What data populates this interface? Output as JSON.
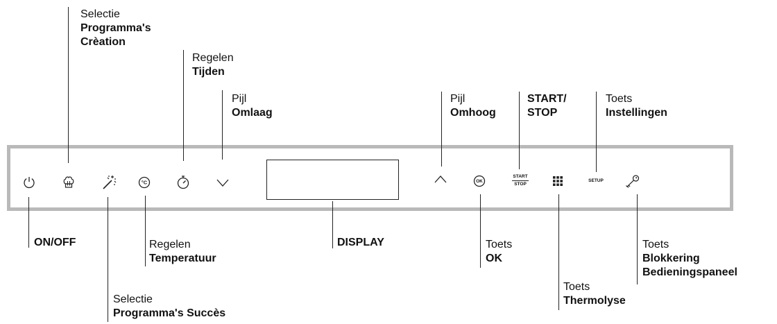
{
  "buttons": {
    "start_stop_top": "START",
    "start_stop_bottom": "STOP",
    "setup": "SETUP",
    "ok": "OK"
  },
  "callouts": {
    "selectie_creation": {
      "line1": "Selectie",
      "line2": "Programma's",
      "line3": "Crèation"
    },
    "tijden": {
      "line1": "Regelen",
      "line2": "Tijden"
    },
    "omlaag": {
      "line1": "Pijl",
      "line2": "Omlaag"
    },
    "omhoog": {
      "line1": "Pijl",
      "line2": "Omhoog"
    },
    "startstop": {
      "line1": "START/",
      "line2": "STOP"
    },
    "instellingen": {
      "line1": "Toets",
      "line2": "Instellingen"
    },
    "onoff": {
      "line1": "ON/OFF"
    },
    "temperatuur": {
      "line1": "Regelen",
      "line2": "Temperatuur"
    },
    "succes": {
      "line1": "Selectie",
      "line2": "Programma's Succès"
    },
    "display": {
      "line1": "DISPLAY"
    },
    "ok": {
      "line1": "Toets",
      "line2": "OK"
    },
    "thermolyse": {
      "line1": "Toets",
      "line2": "Thermolyse"
    },
    "blokkering": {
      "line1": "Toets",
      "line2": "Blokkering",
      "line3": "Bedieningspaneel"
    }
  }
}
